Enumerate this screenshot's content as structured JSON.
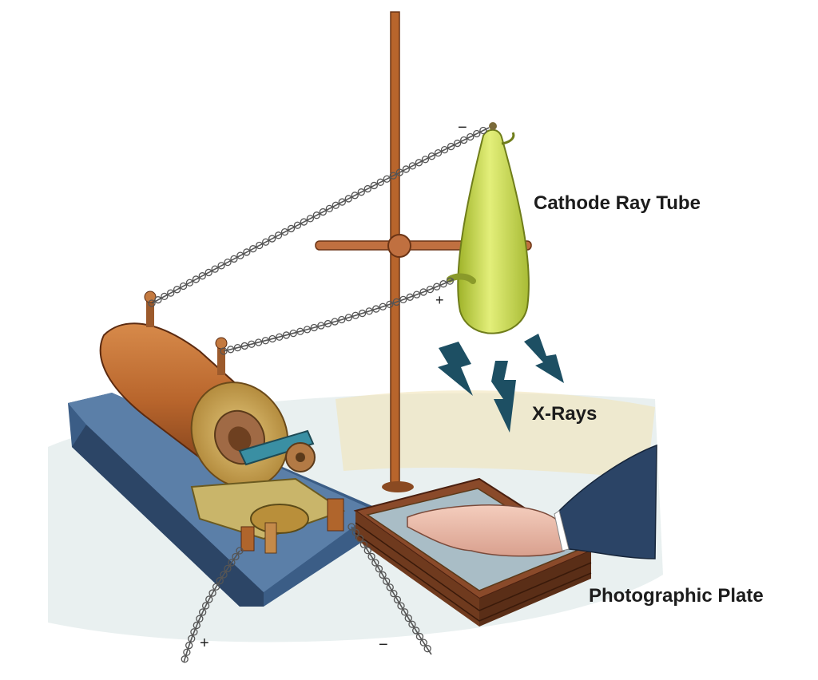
{
  "labels": {
    "cathode_ray_tube": "Cathode Ray Tube",
    "x_rays": "X-Rays",
    "photographic_plate": "Photographic Plate"
  },
  "terminals": {
    "tube_negative": "−",
    "tube_positive": "+",
    "lead_positive": "+",
    "lead_negative": "−"
  },
  "colors": {
    "tube_glass": "#c9d94a",
    "copper": "#b8652c",
    "base_blue": "#3b5d86",
    "coil_wood": "#c9a55a",
    "bolt": "#1d4f63",
    "plate_frame": "#8a4a2a",
    "plate_glass": "#a9bdc6",
    "sleeve": "#2b4466",
    "label_text": "#1c1c1c"
  },
  "icons": [
    "lightning-bolt-icon"
  ]
}
